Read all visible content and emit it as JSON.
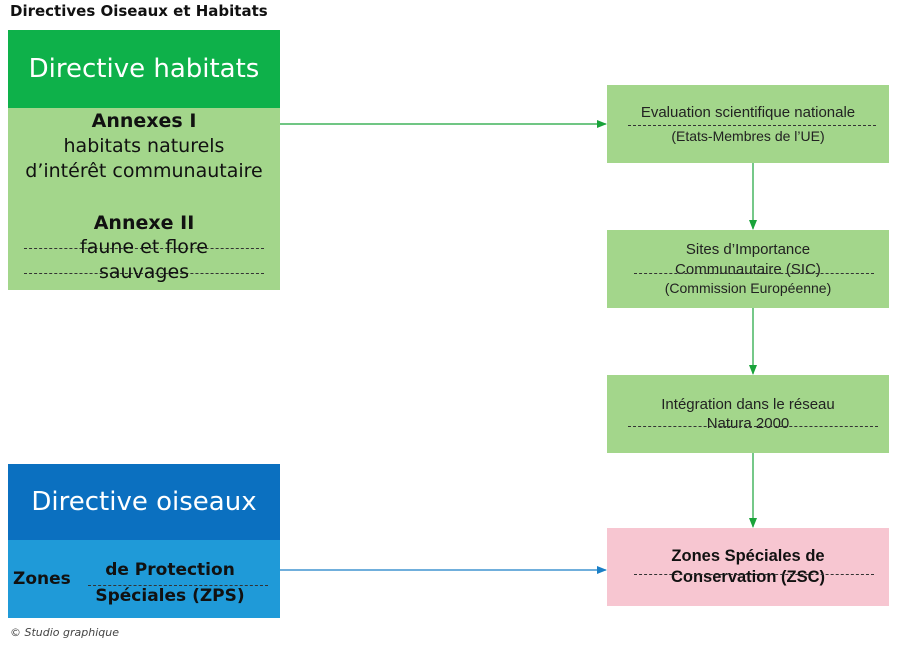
{
  "title": "Directives Oiseaux et Habitats",
  "habitats": {
    "header": "Directive habitats",
    "annex1_title": "Annexes I",
    "annex1_line1": "habitats naturels",
    "annex1_line2": "d’intérêt communautaire",
    "annex2_title": "Annexe II",
    "annex2_line1": "faune et flore",
    "annex2_line2": "sauvages"
  },
  "oiseaux": {
    "header": "Directive oiseaux",
    "zones": "Zones",
    "line1": "de Protection",
    "line2": "Spéciales (ZPS)"
  },
  "flow": {
    "step1_line1": "Evaluation scientifique nationale",
    "step1_line2": "(Etats-Membres de l’UE)",
    "step2_line1": "Sites d’Importance",
    "step2_line2": "Communautaire (SIC)",
    "step2_line3": "(Commission Européenne)",
    "step3_line1": "Intégration dans le réseau",
    "step3_line2": "Natura 2000",
    "zsc_line1": "Zones Spéciales de",
    "zsc_line2": "Conservation (ZSC)"
  },
  "credit": "© Studio graphique",
  "colors": {
    "habitats_header": "#0eb14a",
    "habitats_body": "#a3d68b",
    "oiseaux_header": "#0b70c0",
    "oiseaux_body": "#1f9ad8",
    "flow_box": "#a3d68b",
    "zsc_box": "#f7c6d1",
    "green_arrow": "#1aa33a",
    "blue_arrow": "#1b7fc6"
  }
}
